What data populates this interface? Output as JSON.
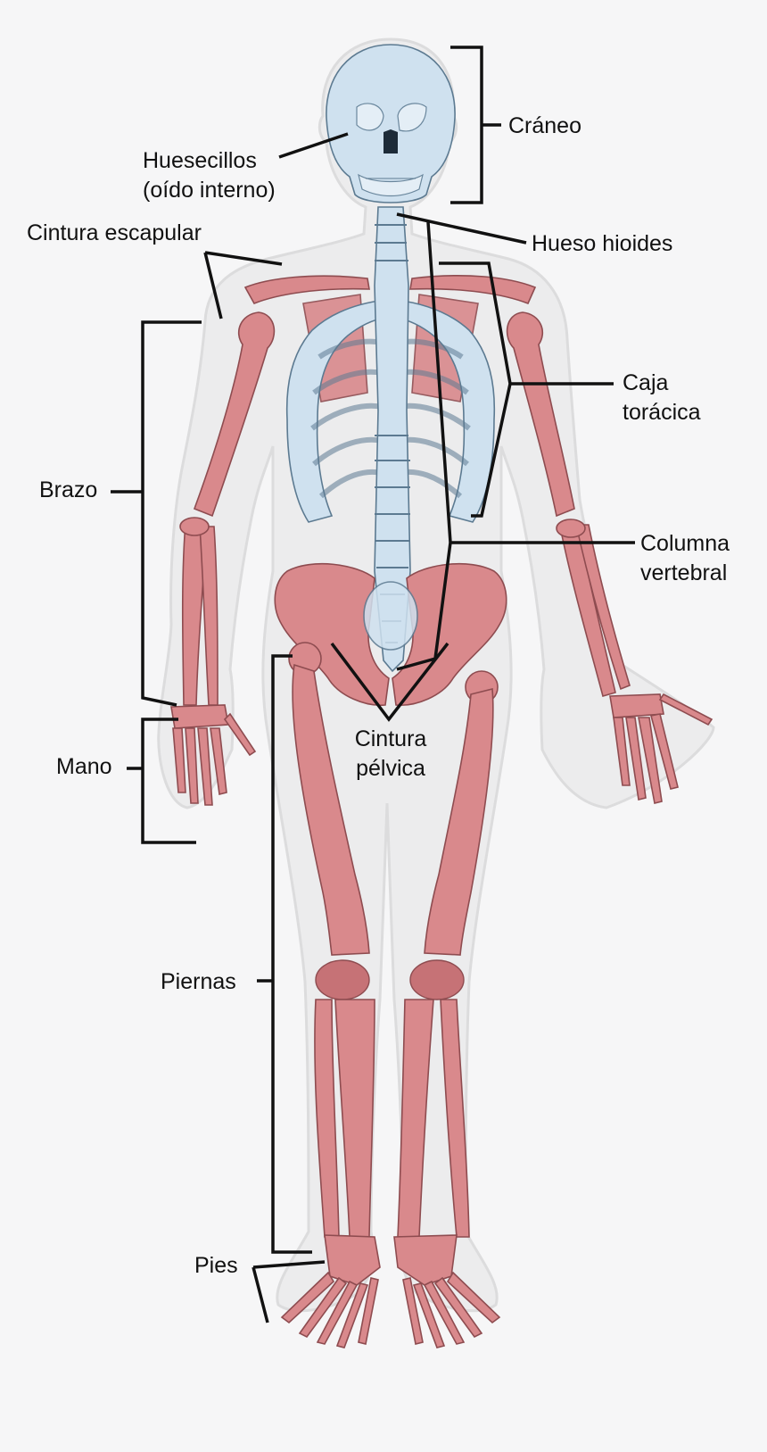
{
  "diagram": {
    "colors": {
      "background": "#f6f6f7",
      "axial_bone": "#cfe1ef",
      "appendicular_bone": "#d9898c",
      "body_outline": "#dcdcdd",
      "label_line": "#111111"
    },
    "labels": {
      "craneo": "Cráneo",
      "huesecillos_1": "Huesecillos",
      "huesecillos_2": "(oído interno)",
      "hueso_hioides": "Hueso hioides",
      "cintura_escapular": "Cintura escapular",
      "caja_toracica_1": "Caja",
      "caja_toracica_2": "torácica",
      "brazo": "Brazo",
      "columna_vertebral_1": "Columna",
      "columna_vertebral_2": "vertebral",
      "cintura_pelvica_1": "Cintura",
      "cintura_pelvica_2": "pélvica",
      "mano": "Mano",
      "piernas": "Piernas",
      "pies": "Pies"
    }
  }
}
